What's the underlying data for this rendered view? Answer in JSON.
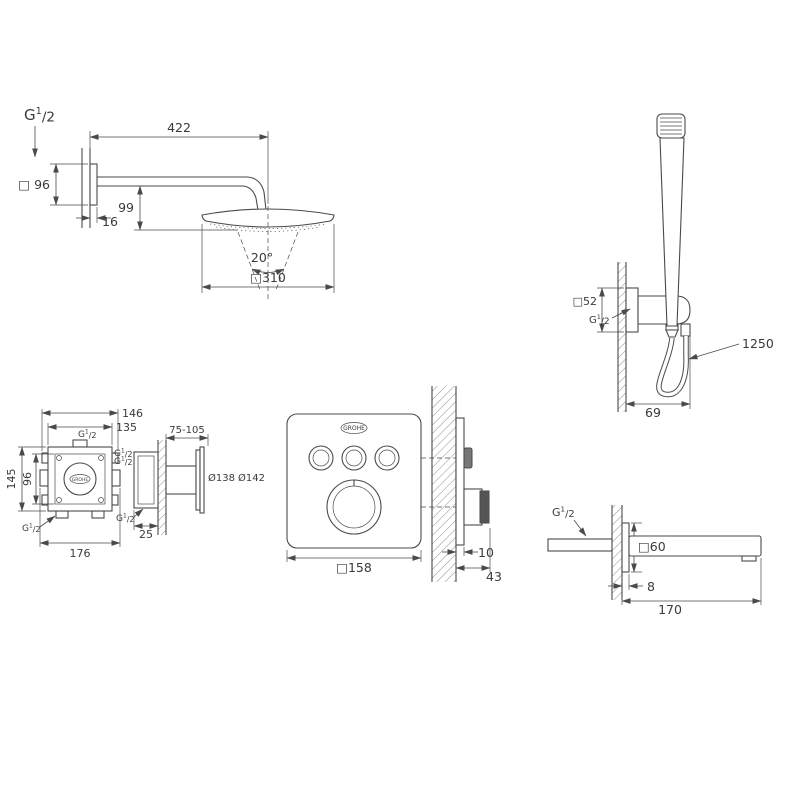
{
  "drawing": {
    "background": "#ffffff",
    "line_color": "#4a4a4a"
  },
  "g_half": {
    "base": "G",
    "sup": "1",
    "sub": "/2"
  },
  "head_shower": {
    "arm_length": "422",
    "flange_size": "□ 96",
    "flange_depth": "16",
    "drop": "99",
    "spray_angle": "20°",
    "head_size": "□310"
  },
  "hand_shower": {
    "escutcheon": "□52",
    "hose_length": "1250",
    "holder_depth": "69"
  },
  "rough_box": {
    "width_outer": "146",
    "width_inner": "135",
    "height_outer": "145",
    "height_inner": "96",
    "width_total": "176",
    "depth_range": "75-105",
    "dia_inner": "Ø138",
    "dia_outer": "Ø142",
    "rear_depth": "25",
    "logo": "GROHE"
  },
  "trim": {
    "logo": "GROHE",
    "plate_size": "□158",
    "standoff": "10",
    "depth": "43"
  },
  "spout": {
    "escutcheon": "□60",
    "escutcheon_depth": "8",
    "length": "170"
  }
}
